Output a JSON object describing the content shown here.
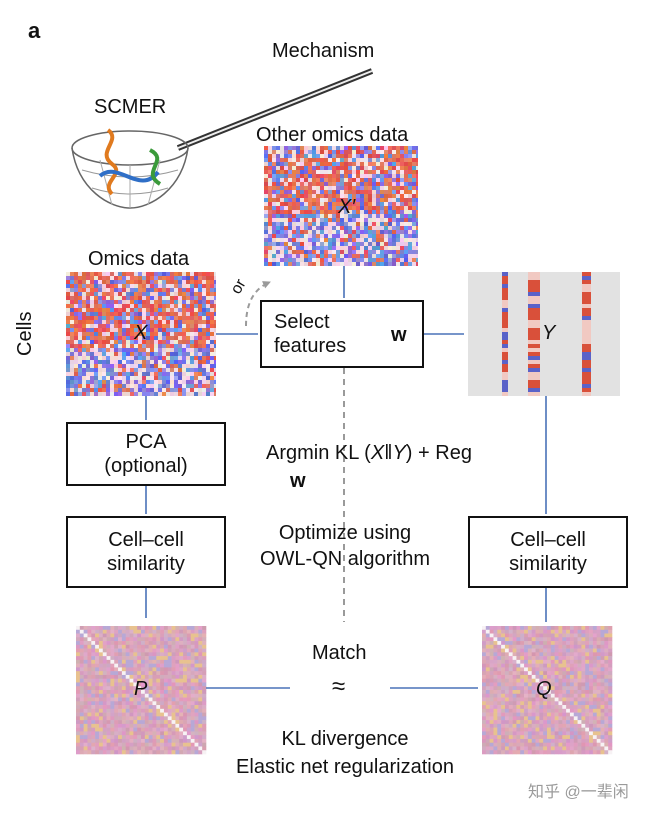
{
  "panel_label": "a",
  "mechanism_label": "Mechanism",
  "scmer_label": "SCMER",
  "other_omics_label": "Other omics data",
  "other_omics_var": "X′",
  "omics_label": "Omics data",
  "omics_var": "X",
  "cells_label": "Cells",
  "or_label": "or",
  "select_box": {
    "line1": "Select",
    "line2": "features",
    "weight": "w"
  },
  "y_var": "Y",
  "pca_box": {
    "line1": "PCA",
    "line2": "(optional)"
  },
  "objective": {
    "argmin": "Argmin KL (",
    "x": "X",
    "sep": "‖",
    "y": "Y",
    "rest": ") + Reg",
    "sub": "w"
  },
  "optimize": {
    "line1": "Optimize using",
    "line2": "OWL-QN algorithm"
  },
  "sim_left": {
    "line1": "Cell–cell",
    "line2": "similarity"
  },
  "sim_right": {
    "line1": "Cell–cell",
    "line2": "similarity"
  },
  "p_var": "P",
  "q_var": "Q",
  "match_label": "Match",
  "approx_symbol": "≈",
  "kl_label": "KL divergence",
  "elastic_label": "Elastic net regularization",
  "watermark": "知乎 @一辈闲",
  "colors": {
    "arrow": "#4a72b8",
    "heat_red": "#d9503a",
    "heat_blue": "#3f4fc4",
    "heat_pink": "#d9a7b8",
    "bowl_orange": "#e07a1f",
    "bowl_blue": "#2f6fc7",
    "bowl_green": "#3a9a3a"
  }
}
